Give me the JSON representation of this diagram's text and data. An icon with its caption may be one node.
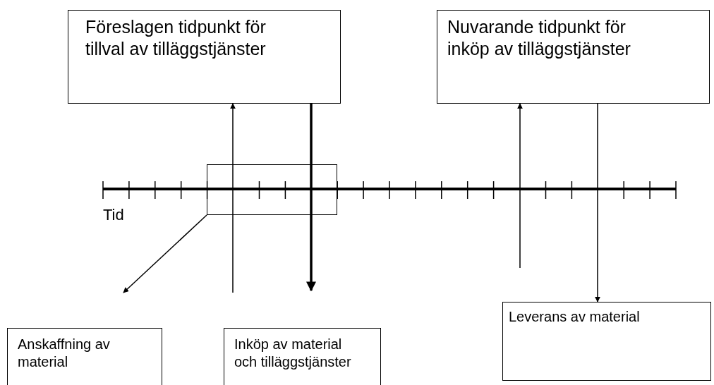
{
  "diagram": {
    "nodes": [
      {
        "text": [
          "Föreslagen tidpunkt för tillval av tilläggstjänster"
        ]
      },
      {
        "text": [
          "Nuvarande tidpunkt för inköp av tilläggstjänster"
        ]
      },
      {
        "text": [],
        "shape": "box"
      },
      {
        "text": [
          "Anskaffning av material"
        ]
      },
      {
        "text": [
          "Inköp av material och tilläggstjänster"
        ]
      },
      {
        "text": [
          "Leverans av material"
        ]
      }
    ],
    "edges": [
      {
        "from": null,
        "to": 0,
        "arrow": "to"
      },
      {
        "from": 0,
        "to": null,
        "arrow": "to",
        "style": "thick"
      },
      {
        "from": null,
        "to": 1,
        "arrow": "to"
      },
      {
        "from": 1,
        "to": 5,
        "arrow": "to"
      },
      {
        "from": 2,
        "to": null,
        "arrow": "to"
      }
    ],
    "labels": [
      "Tid"
    ]
  }
}
